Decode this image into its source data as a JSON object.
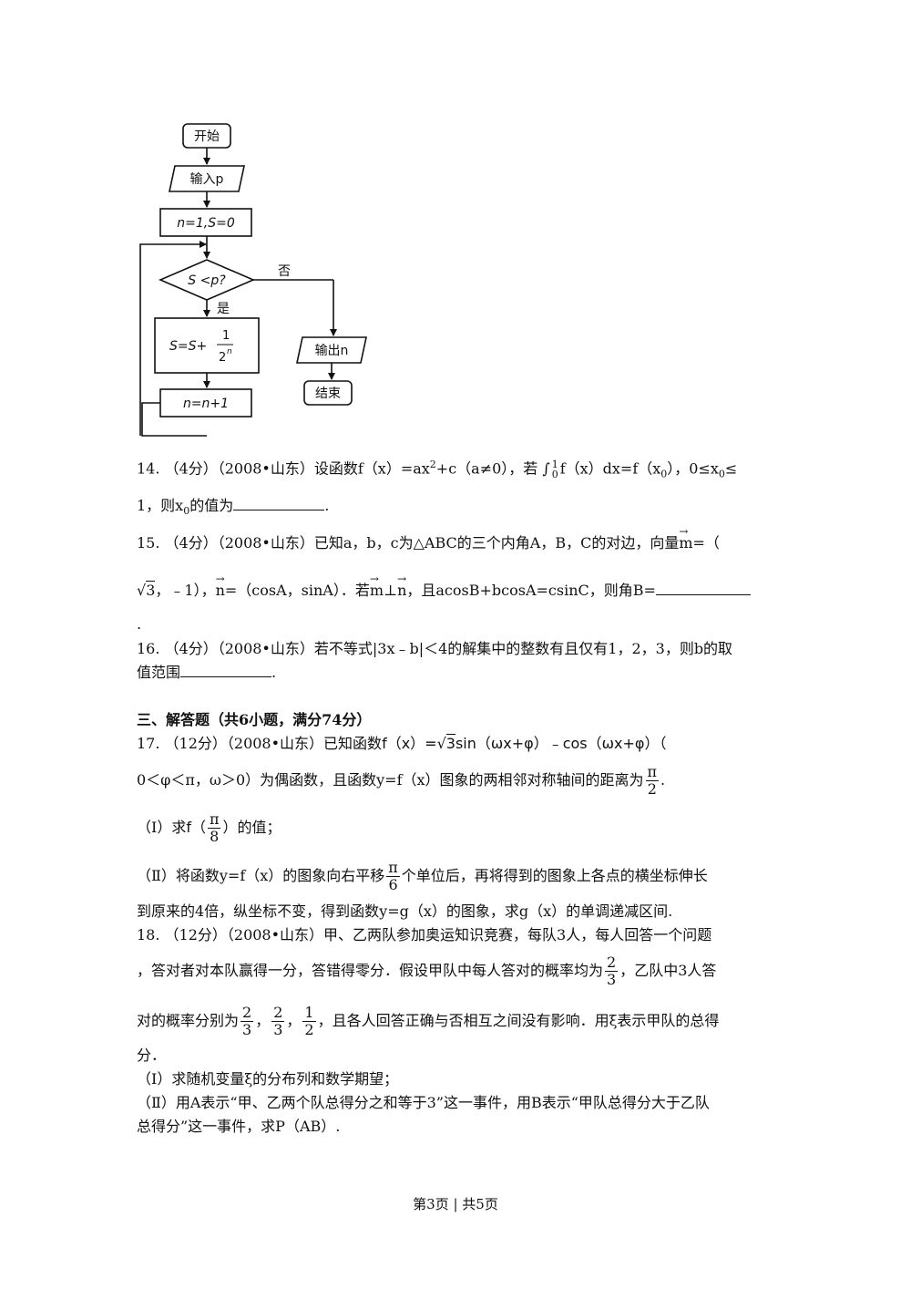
{
  "flowchart": {
    "start": "开始",
    "input": "输入p",
    "init": "n=1,S=0",
    "condition": "S <p?",
    "no": "否",
    "yes": "是",
    "update_s": "S=S+",
    "update_s_num": "1",
    "update_s_den": "2",
    "update_s_den_exp": "n",
    "update_n": "n=n+1",
    "output": "输出n",
    "end": "结束"
  },
  "q14": {
    "line1_a": "14. （4分）（2008•山东）设函数f（x）=ax",
    "sup2": "2",
    "line1_b": "+c（a≠0），若 ∫",
    "int_upper": "1",
    "int_lower": "0",
    "line1_c": "f（x）dx=f（x",
    "sub0": "0",
    "line1_d": "），0≤x",
    "sub0b": "0",
    "line1_e": "≤",
    "line2_a": "1，则x",
    "sub0c": "0",
    "line2_b": "的值为",
    "line2_c": "."
  },
  "q15": {
    "line1_a": "15. （4分）（2008•山东）已知a，b，c为△ABC的三个内角A，B，C的对边，向量",
    "vec_m": "m",
    "line1_b": "=（",
    "sqrt_sym": "√",
    "sqrt_val": "3",
    "line2_a": "，﹣1），",
    "vec_n": "n",
    "line2_b": "=（cosA，sinA）．若",
    "vec_m2": "m",
    "perp": "⊥",
    "vec_n2": "n",
    "line2_c": "，且acosB+bcosA=csinC，则角B=",
    "line3": "."
  },
  "q16": {
    "line1": "16. （4分）（2008•山东）若不等式|3x﹣b|＜4的解集中的整数有且仅有1，2，3，则b的取",
    "line2_a": "值范围",
    "line2_b": "."
  },
  "section3": {
    "heading": "三、解答题（共6小题，满分74分）"
  },
  "q17": {
    "line1_a": "17. （12分）（2008•山东）已知函数",
    "line1_fx": "f（x）=",
    "sqrt_sym": "√",
    "sqrt_val": "3",
    "line1_b": "sin（ωx+φ）﹣cos（ωx+φ）（",
    "line2_a": "0＜φ＜π，ω＞0）为偶函数，且函数y=f（x）图象的两相邻对称轴间的距离为",
    "pi": "π",
    "two": "2",
    "line2_b": ".",
    "part1_a": "（Ⅰ）求",
    "part1_f": "f（",
    "eight": "8",
    "part1_b": "）的值；",
    "part2_a": "（Ⅱ）将函数y=f（x）的图象向右平移",
    "six": "6",
    "part2_b": "个单位后，再将得到的图象上各点的横坐标伸长",
    "part2_c": "到原来的4倍，纵坐标不变，得到函数y=g（x）的图象，求g（x）的单调递减区间."
  },
  "q18": {
    "line1": "18. （12分）（2008•山东）甲、乙两队参加奥运知识竞赛，每队3人，每人回答一个问题",
    "line2_a": "，答对者对本队赢得一分，答错得零分．假设甲队中每人答对的概率均为",
    "f2": "2",
    "f3": "3",
    "line2_b": "，乙队中3人答",
    "line3_a": "对的概率分别为",
    "comma": "，",
    "f1": "1",
    "line3_b": "，且各人回答正确与否相互之间没有影响．用ξ表示甲队的总得",
    "line4": "分．",
    "part1": "（Ⅰ）求随机变量ξ的分布列和数学期望；",
    "part2_a": "（Ⅱ）用A表示“甲、乙两个队总得分之和等于3”这一事件，用B表示“甲队总得分大于乙队",
    "part2_b": "总得分”这一事件，求P（AB）."
  },
  "footer": "第3页 | 共5页"
}
